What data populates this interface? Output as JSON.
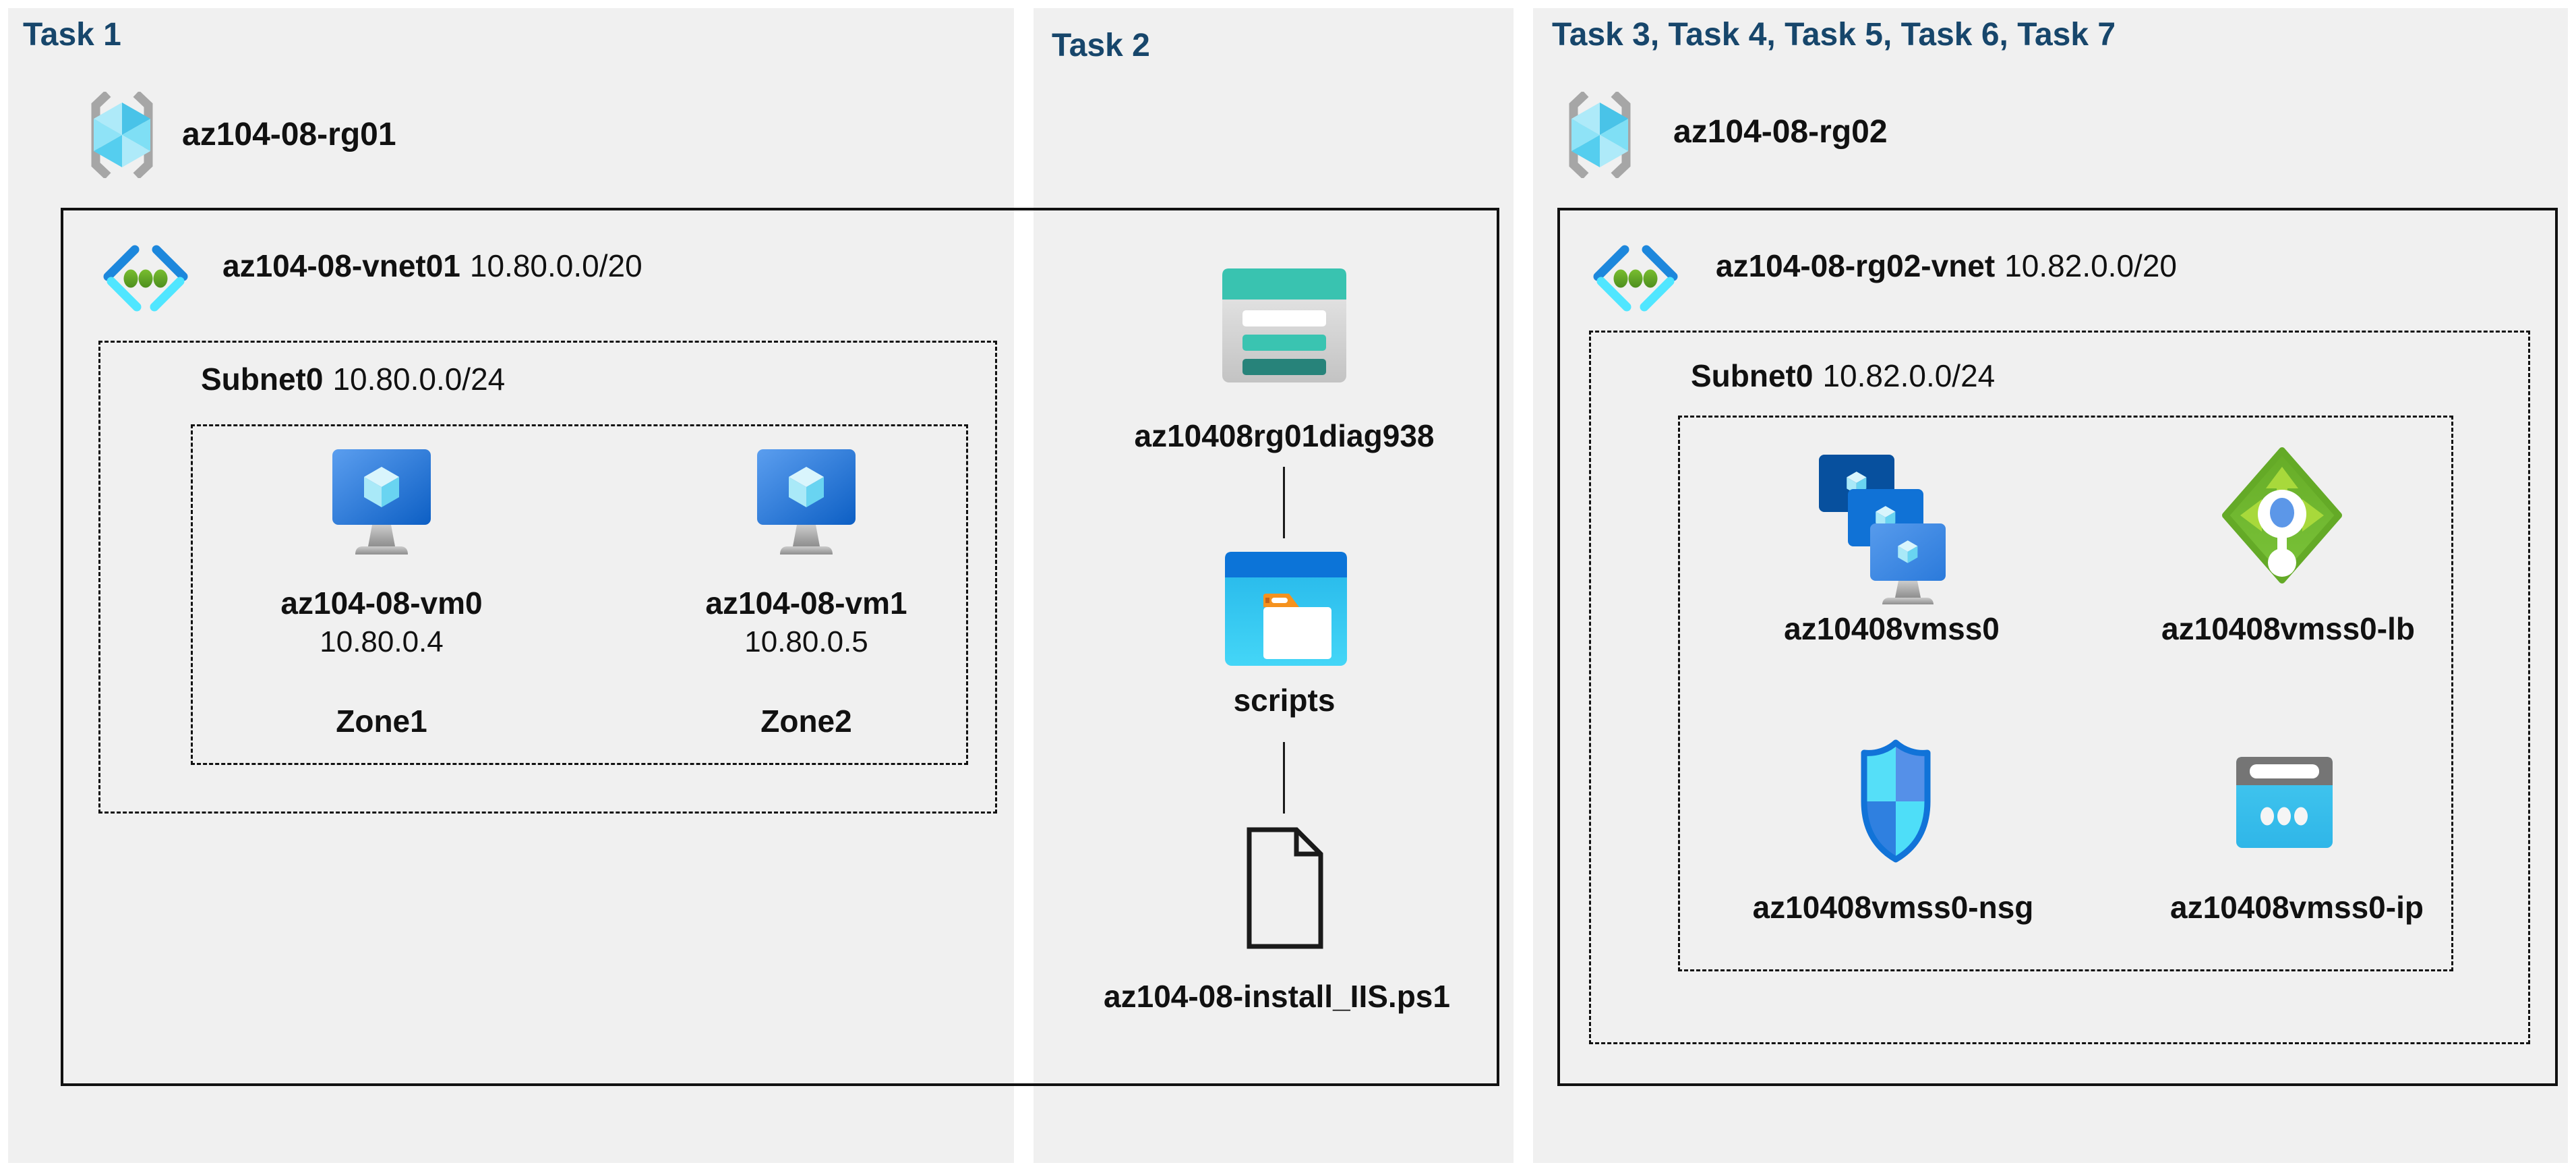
{
  "colors": {
    "page_bg": "#FFFFFF",
    "panel_bg": "#F0F0F0",
    "title_text": "#17466B",
    "body_text": "#111111",
    "border": "#111111",
    "vnet_blue": "#1D87DC",
    "vnet_cyan": "#50E6FF",
    "storage_teal": "#39C3B0",
    "lb_green": "#6DB32B",
    "nsg_blue": "#1173D8",
    "ip_cyan": "#3BC3EE"
  },
  "task1": {
    "title": "Task 1",
    "resource_group": "az104-08-rg01",
    "vnet_name": "az104-08-vnet01",
    "vnet_cidr": "10.80.0.0/20",
    "subnet_name": "Subnet0",
    "subnet_cidr": "10.80.0.0/24",
    "vms": [
      {
        "name": "az104-08-vm0",
        "ip": "10.80.0.4",
        "zone": "Zone1"
      },
      {
        "name": "az104-08-vm1",
        "ip": "10.80.0.5",
        "zone": "Zone2"
      }
    ]
  },
  "task2": {
    "title": "Task 2",
    "storage_account": "az10408rg01diag938",
    "container": "scripts",
    "script_file": "az104-08-install_IIS.ps1"
  },
  "task3": {
    "title": "Task 3, Task 4, Task 5, Task 6, Task 7",
    "resource_group": "az104-08-rg02",
    "vnet_name": "az104-08-rg02-vnet",
    "vnet_cidr": "10.82.0.0/20",
    "subnet_name": "Subnet0",
    "subnet_cidr": "10.82.0.0/24",
    "vmss": "az10408vmss0",
    "load_balancer": "az10408vmss0-lb",
    "nsg": "az10408vmss0-nsg",
    "public_ip": "az10408vmss0-ip"
  }
}
